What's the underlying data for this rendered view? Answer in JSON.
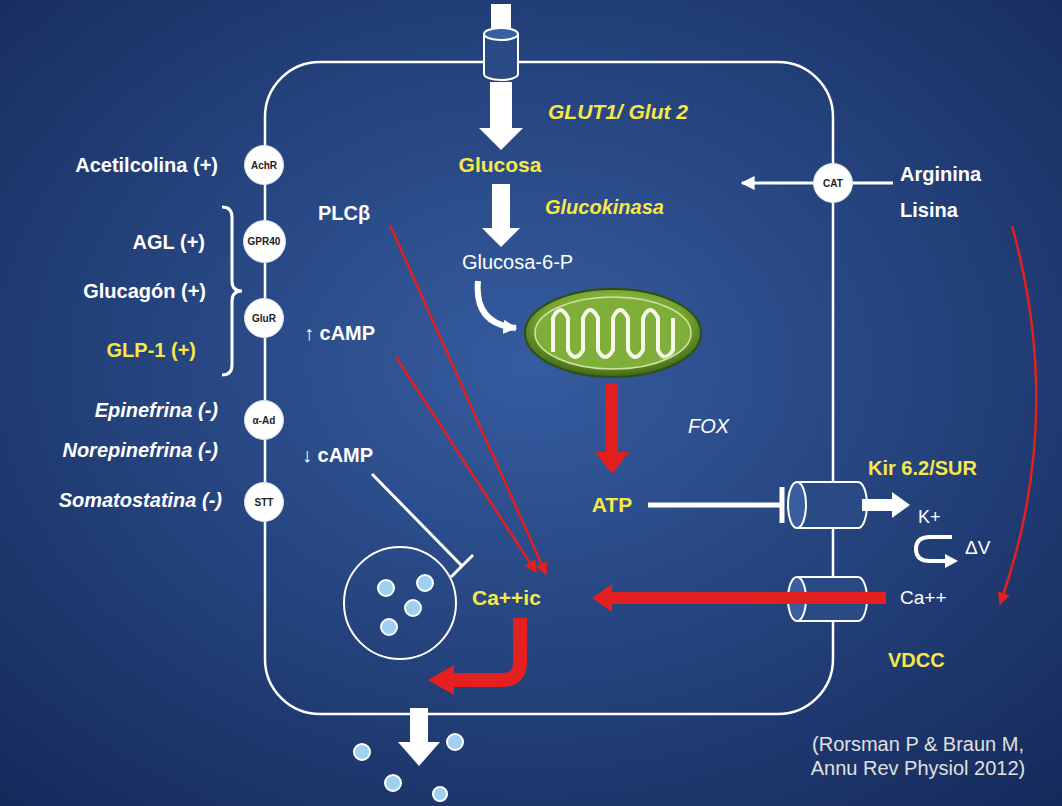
{
  "diagram": {
    "nodes": [
      {
        "text": [
          "AchR"
        ]
      },
      {
        "text": [
          "CAT"
        ]
      },
      {
        "text": [
          "GPR40"
        ]
      },
      {
        "text": [
          "GluR"
        ]
      },
      {
        "text": [
          "α-Ad"
        ]
      },
      {
        "text": [
          "STT"
        ]
      }
    ],
    "labels": [
      "GLUT1/ Glut 2",
      "Glucosa",
      "Acetilcolina (+)",
      "PLCβ",
      "Arginina Lisina",
      "Glucokinasa",
      "AGL (+)",
      "Glucosa-6-P",
      "Glucagón (+)",
      "↑ cAMP",
      "GLP-1 (+)",
      "Epinefrina (-)",
      "FOX",
      "Kir 6.2/SUR",
      "Norepinefrina (-)",
      "↓ cAMP",
      "Somatostatina (-)",
      "ATP",
      "K+",
      "ΔV",
      "Ca++ic",
      "Ca++",
      "VDCC",
      "(Rorsman P & Braun M, Annu Rev Physiol 2012)"
    ]
  }
}
